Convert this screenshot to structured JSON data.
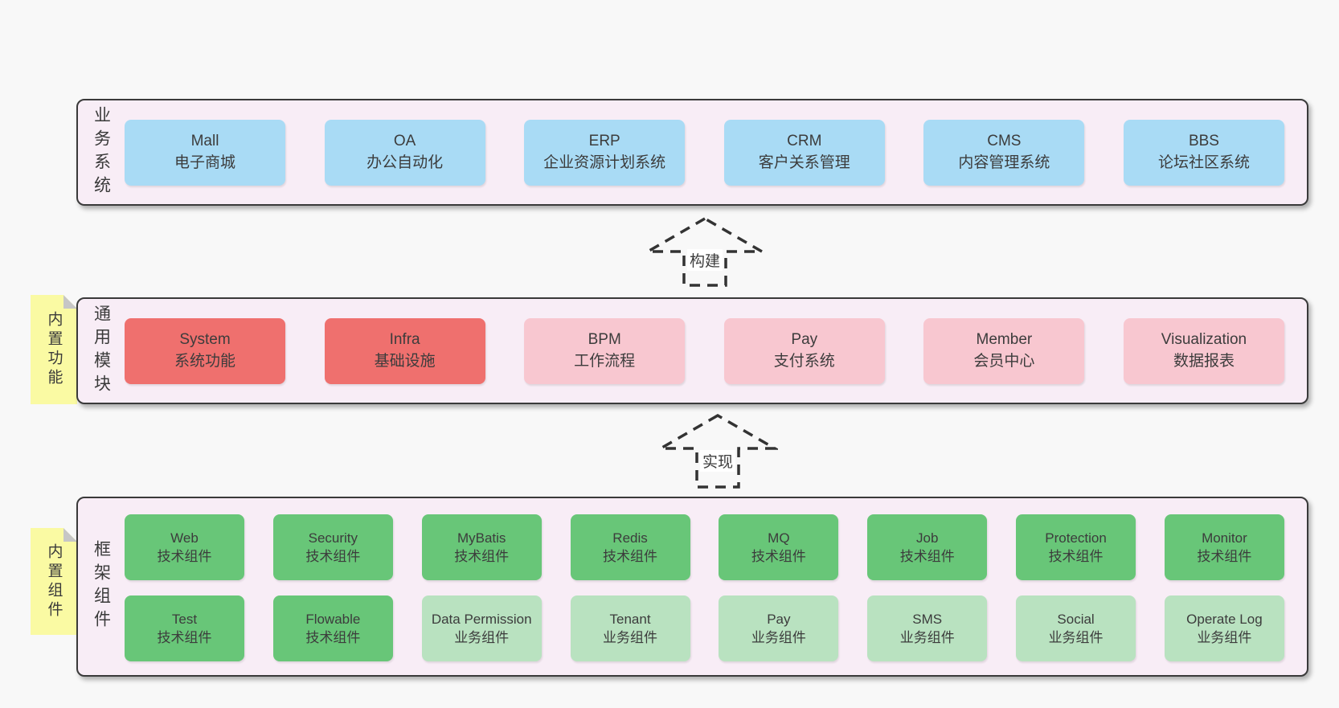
{
  "colors": {
    "page_bg": "#f8f8f8",
    "panel_bg": "#f8edf6",
    "panel_border": "#3a3a3a",
    "blue": "#a9dbf5",
    "red": "#ef706e",
    "pink": "#f8c7d0",
    "green": "#68c678",
    "light_green": "#b9e2c0",
    "note_yellow": "#fafaa3"
  },
  "arrows": [
    {
      "label": "构建"
    },
    {
      "label": "实现"
    }
  ],
  "panels": {
    "business": {
      "label": "业务系统",
      "items": [
        {
          "name": "Mall",
          "desc": "电子商城"
        },
        {
          "name": "OA",
          "desc": "办公自动化"
        },
        {
          "name": "ERP",
          "desc": "企业资源计划系统"
        },
        {
          "name": "CRM",
          "desc": "客户关系管理"
        },
        {
          "name": "CMS",
          "desc": "内容管理系统"
        },
        {
          "name": "BBS",
          "desc": "论坛社区系统"
        }
      ]
    },
    "modules": {
      "label": "通用模块",
      "note": "内置功能",
      "items": [
        {
          "name": "System",
          "desc": "系统功能"
        },
        {
          "name": "Infra",
          "desc": "基础设施"
        },
        {
          "name": "BPM",
          "desc": "工作流程"
        },
        {
          "name": "Pay",
          "desc": "支付系统"
        },
        {
          "name": "Member",
          "desc": "会员中心"
        },
        {
          "name": "Visualization",
          "desc": "数据报表"
        }
      ]
    },
    "framework": {
      "label": "框架组件",
      "note": "内置组件",
      "rows": [
        [
          {
            "name": "Web",
            "desc": "技术组件"
          },
          {
            "name": "Security",
            "desc": "技术组件"
          },
          {
            "name": "MyBatis",
            "desc": "技术组件"
          },
          {
            "name": "Redis",
            "desc": "技术组件"
          },
          {
            "name": "MQ",
            "desc": "技术组件"
          },
          {
            "name": "Job",
            "desc": "技术组件"
          },
          {
            "name": "Protection",
            "desc": "技术组件"
          },
          {
            "name": "Monitor",
            "desc": "技术组件"
          }
        ],
        [
          {
            "name": "Test",
            "desc": "技术组件"
          },
          {
            "name": "Flowable",
            "desc": "技术组件"
          },
          {
            "name": "Data Permission",
            "desc": "业务组件"
          },
          {
            "name": "Tenant",
            "desc": "业务组件"
          },
          {
            "name": "Pay",
            "desc": "业务组件"
          },
          {
            "name": "SMS",
            "desc": "业务组件"
          },
          {
            "name": "Social",
            "desc": "业务组件"
          },
          {
            "name": "Operate Log",
            "desc": "业务组件"
          }
        ]
      ]
    }
  }
}
